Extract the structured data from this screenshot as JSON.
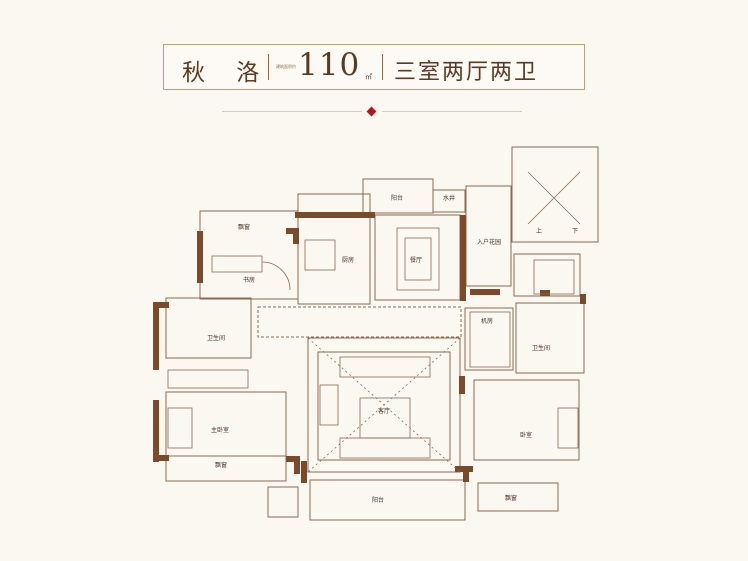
{
  "title": {
    "name": "秋 洛",
    "area_label": "建筑面积约",
    "area": "110",
    "area_unit": "㎡",
    "layout": "三室两厅两卫"
  },
  "rooms": {
    "bay_window_top": "飘窗",
    "study": "书房",
    "bathroom_left": "卫生间",
    "master_bedroom": "主卧室",
    "bay_window_bottom_left": "飘窗",
    "kitchen": "厨房",
    "balcony_top": "阳台",
    "water_well": "水井",
    "dining": "餐厅",
    "entry_garden": "入户花园",
    "stairs_up": "上",
    "stairs_down": "下",
    "mechanical_room": "机房",
    "bathroom_right": "卫生间",
    "living_room": "客厅",
    "bedroom": "卧室",
    "bay_window_bottom_right": "飘窗",
    "balcony_bottom": "阳台"
  },
  "colors": {
    "wall": "#7a4a2a",
    "line": "#8a6a50",
    "accent": "#b4161b",
    "background": "#fbf7f1"
  }
}
